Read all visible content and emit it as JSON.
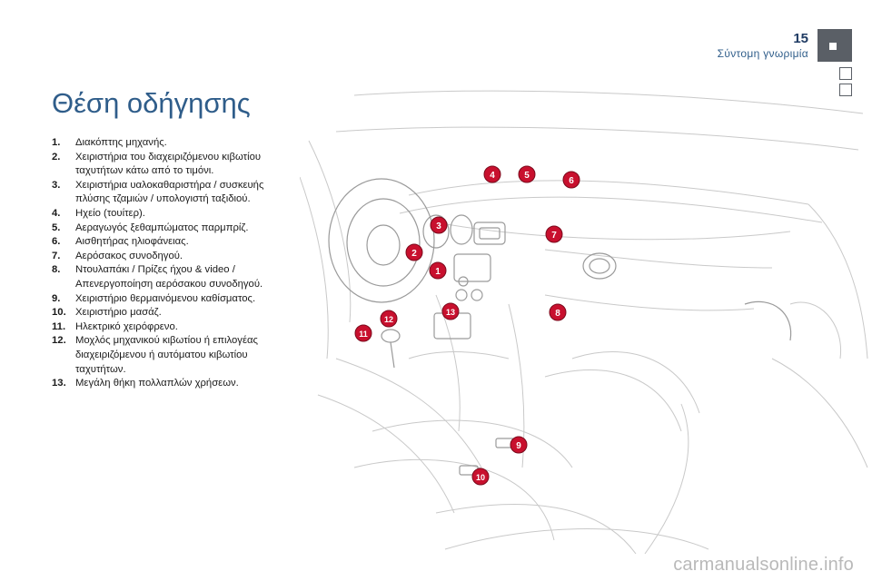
{
  "header": {
    "page_number": "15",
    "section_title": "Σύντομη γνωριμία"
  },
  "page_title": "Θέση οδήγησης",
  "items": [
    {
      "num": "1.",
      "text": "Διακόπτης μηχανής."
    },
    {
      "num": "2.",
      "text": "Χειριστήρια του διαχειριζόμενου κιβωτίου ταχυτήτων κάτω από το τιμόνι."
    },
    {
      "num": "3.",
      "text": "Χειριστήρια υαλοκαθαριστήρα / συσκευής πλύσης τζαμιών / υπολογιστή ταξιδιού."
    },
    {
      "num": "4.",
      "text": "Ηχείο (τουίτερ)."
    },
    {
      "num": "5.",
      "text": "Αεραγωγός ξεθαμπώματος παρμπρίζ."
    },
    {
      "num": "6.",
      "text": "Αισθητήρας ηλιοφάνειας."
    },
    {
      "num": "7.",
      "text": "Αερόσακος συνοδηγού."
    },
    {
      "num": "8.",
      "text": "Ντουλαπάκι / Πρίζες ήχου & video / Απενεργοποίηση αερόσακου συνοδηγού."
    },
    {
      "num": "9.",
      "text": "Χειριστήριο θερμαινόμενου καθίσματος."
    },
    {
      "num": "10.",
      "text": "Χειριστήριο μασάζ."
    },
    {
      "num": "11.",
      "text": "Ηλεκτρικό χειρόφρενο."
    },
    {
      "num": "12.",
      "text": "Μοχλός μηχανικού κιβωτίου ή επιλογέας διαχειριζόμενου ή αυτόματου κιβωτίου ταχυτήτων."
    },
    {
      "num": "13.",
      "text": "Μεγάλη θήκη πολλαπλών χρήσεων."
    }
  ],
  "callouts": [
    "1",
    "2",
    "3",
    "4",
    "5",
    "6",
    "7",
    "8",
    "9",
    "10",
    "11",
    "12",
    "13"
  ],
  "colors": {
    "accent": "#2f5d8a",
    "callout_fill": "#c8102e",
    "tab": "#5a5f66"
  },
  "watermark": "carmanualsonline.info"
}
